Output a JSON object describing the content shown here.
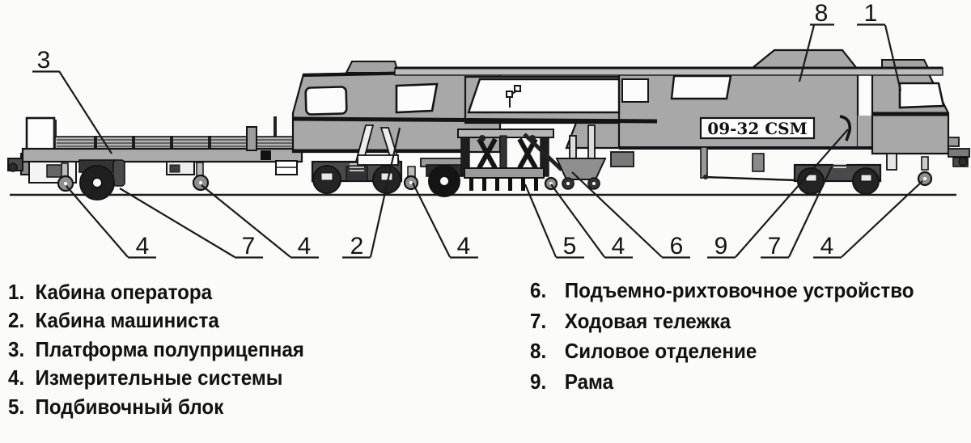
{
  "figure": {
    "model_label": "09-32 CSM",
    "callouts": {
      "c3": "3",
      "c8": "8",
      "c1": "1",
      "b4a": "4",
      "b7a": "7",
      "b4b": "4",
      "b2": "2",
      "b4c": "4",
      "b5": "5",
      "b4d": "4",
      "b6": "6",
      "b9": "9",
      "b7b": "7",
      "b4e": "4"
    }
  },
  "legend": {
    "left": [
      {
        "num": "1.",
        "label": "Кабина оператора"
      },
      {
        "num": "2.",
        "label": "Кабина машиниста"
      },
      {
        "num": "3.",
        "label": "Платформа полуприцепная"
      },
      {
        "num": "4.",
        "label": "Измерительные системы"
      },
      {
        "num": "5.",
        "label": "Подбивочный блок"
      }
    ],
    "right": [
      {
        "num": "6.",
        "label": "Подъемно-рихтовочное устройство"
      },
      {
        "num": "7.",
        "label": "Ходовая тележка"
      },
      {
        "num": "8.",
        "label": "Силовое отделение"
      },
      {
        "num": "9.",
        "label": "Рама"
      }
    ]
  },
  "colors": {
    "body_gray": "#a8a8a8",
    "deck_gray": "#b5b5b5",
    "dark": "#1a1a1a",
    "background": "#fbfbf9"
  }
}
